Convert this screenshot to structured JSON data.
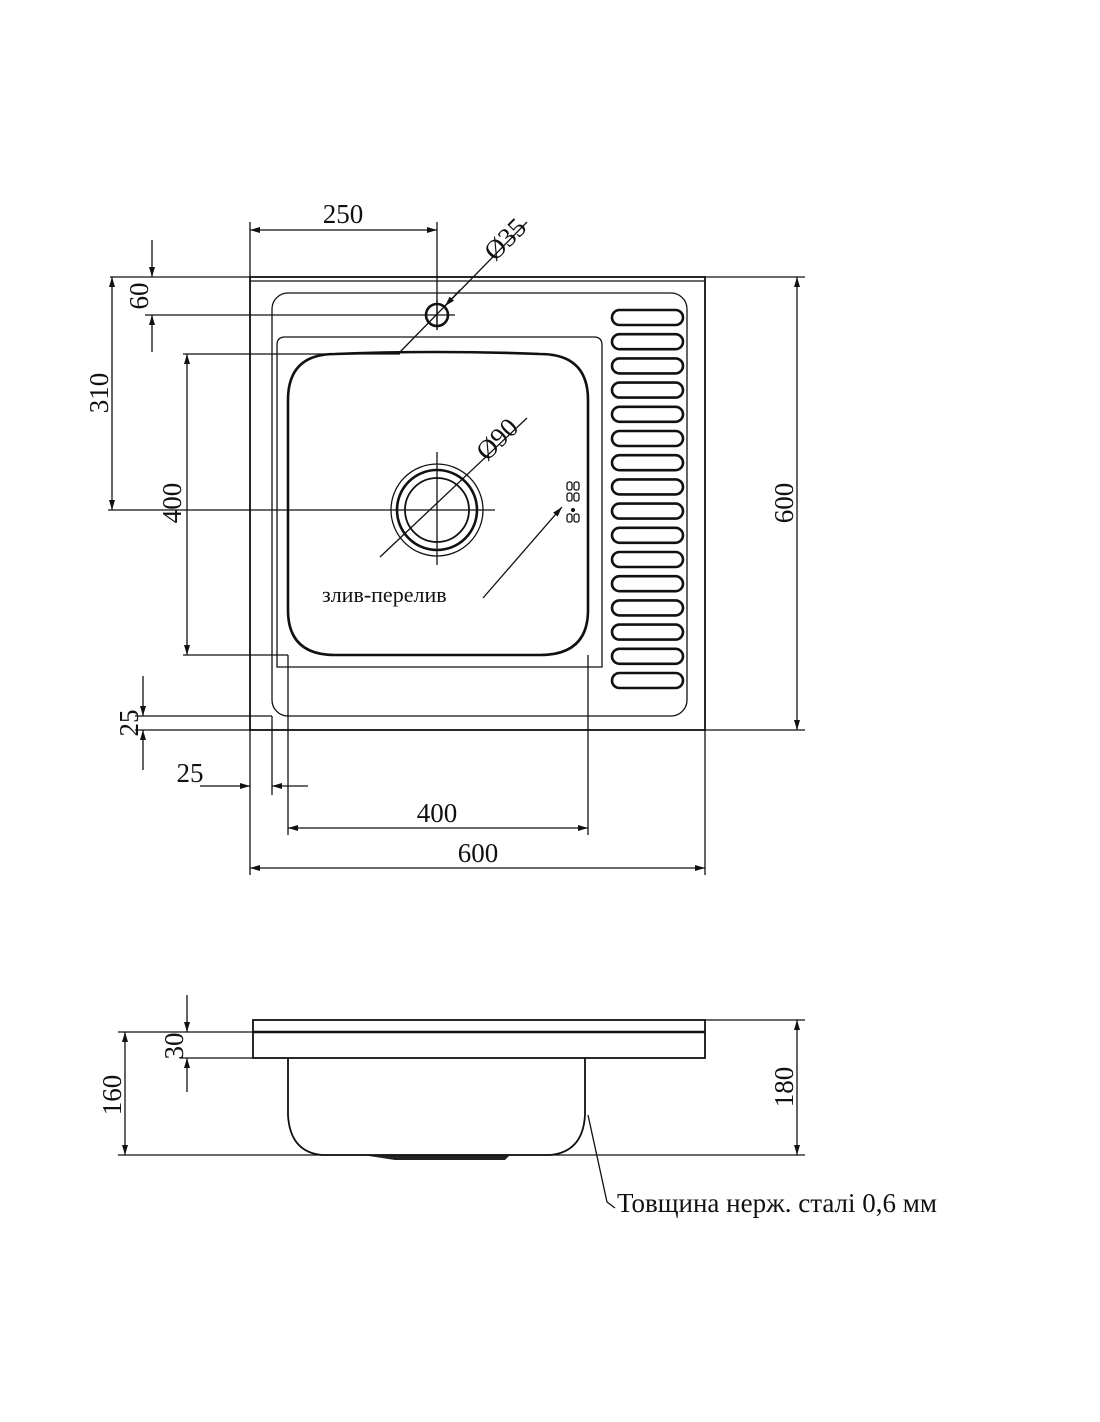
{
  "top_view": {
    "dim_tap_offset_x": "250",
    "dim_tap_hole_diameter": "Ø35",
    "dim_tap_offset_y": "60",
    "dim_drain_offset_y": "310",
    "dim_bowl_height": "400",
    "dim_total_depth": "600",
    "dim_drain_diameter": "Ø90",
    "overflow_label": "злив-перелив",
    "dim_rim_bottom": "25",
    "dim_rim_left": "25",
    "dim_bowl_width": "400",
    "dim_total_width": "600"
  },
  "side_view": {
    "dim_rim_height": "30",
    "dim_bowl_depth": "160",
    "dim_total_height": "180",
    "thickness_note": "Товщина нерж. сталі 0,6 мм"
  },
  "colors": {
    "line": "#111111",
    "background": "#ffffff"
  }
}
